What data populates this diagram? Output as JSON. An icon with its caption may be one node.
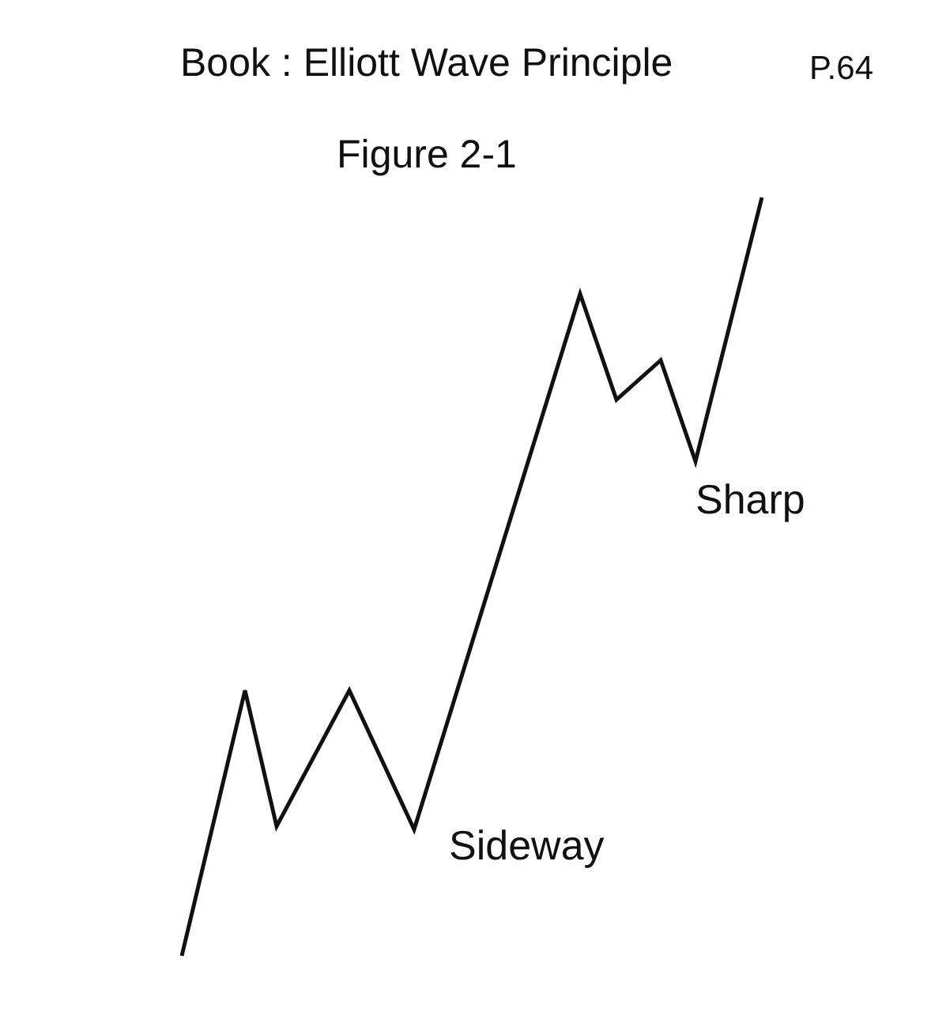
{
  "diagram": {
    "title": "Book : Elliott Wave Principle",
    "labels": [
      "P.64",
      "Figure 2-1",
      "Sideway",
      "Sharp"
    ]
  }
}
